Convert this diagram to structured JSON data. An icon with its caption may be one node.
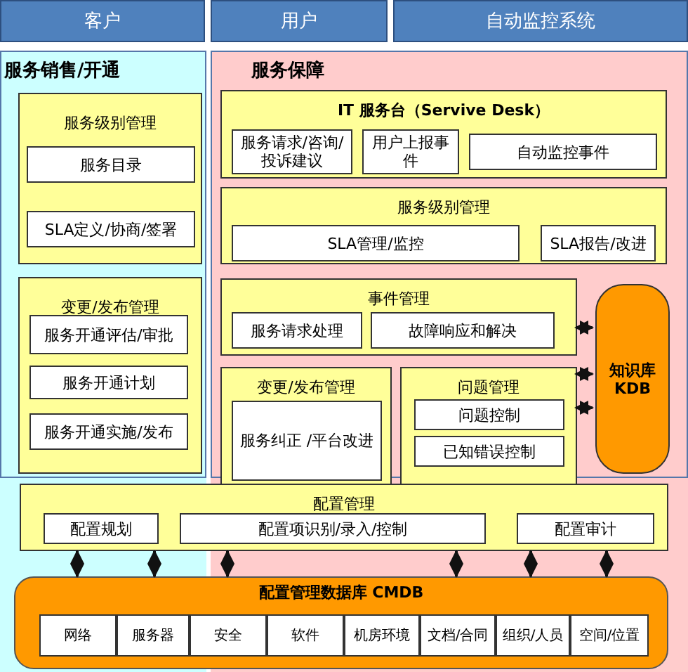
{
  "diagram": {
    "nodes": [
      {
        "text": [
          "客户"
        ]
      },
      {
        "text": [
          "用户"
        ]
      },
      {
        "text": [
          "自动监控系统"
        ]
      },
      {
        "text": [
          "服务销售/开通"
        ]
      },
      {
        "text": [
          "服务级别管理"
        ],
        "in": 3
      },
      {
        "text": [
          "服务目录"
        ],
        "in": 4
      },
      {
        "text": [
          "SLA定义/协商/签署"
        ],
        "in": 4
      },
      {
        "text": [
          "变更/发布管理"
        ],
        "in": 3
      },
      {
        "text": [
          "服务开通评估/审批"
        ],
        "in": 7
      },
      {
        "text": [
          "服务开通计划"
        ],
        "in": 7
      },
      {
        "text": [
          "服务开通实施/发布"
        ],
        "in": 7
      },
      {
        "text": [
          "服务保障"
        ]
      },
      {
        "text": [
          "IT 服务台（Servive Desk）"
        ],
        "in": 11
      },
      {
        "text": [
          "服务请求/咨询/投诉建议"
        ],
        "in": 12
      },
      {
        "text": [
          "用户上报事件"
        ],
        "in": 12
      },
      {
        "text": [
          "自动监控事件"
        ],
        "in": 12
      },
      {
        "text": [
          "服务级别管理"
        ],
        "in": 11
      },
      {
        "text": [
          "SLA管理/监控"
        ],
        "in": 16
      },
      {
        "text": [
          "SLA报告/改进"
        ],
        "in": 16
      },
      {
        "text": [
          "事件管理"
        ],
        "in": 11
      },
      {
        "text": [
          "服务请求处理"
        ],
        "in": 19
      },
      {
        "text": [
          "故障响应和解决"
        ],
        "in": 19
      },
      {
        "text": [
          "变更/发布管理"
        ],
        "in": 11
      },
      {
        "text": [
          "服务纠正 /平台改进"
        ],
        "in": 22
      },
      {
        "text": [
          "问题管理"
        ],
        "in": 11
      },
      {
        "text": [
          "问题控制"
        ],
        "in": 24
      },
      {
        "text": [
          "已知错误控制"
        ],
        "in": 24
      },
      {
        "text": [
          "知识库 KDB"
        ],
        "in": 11
      },
      {
        "text": [
          "配置管理"
        ]
      },
      {
        "text": [
          "配置规划"
        ],
        "in": 28
      },
      {
        "text": [
          "配置项识别/录入/控制"
        ],
        "in": 28
      },
      {
        "text": [
          "配置审计"
        ],
        "in": 28
      },
      {
        "text": [
          "配置管理数据库 CMDB"
        ]
      },
      {
        "text": [
          "网络"
        ],
        "in": 32
      },
      {
        "text": [
          "服务器"
        ],
        "in": 32
      },
      {
        "text": [
          "安全"
        ],
        "in": 32
      },
      {
        "text": [
          "软件"
        ],
        "in": 32
      },
      {
        "text": [
          "机房环境"
        ],
        "in": 32
      },
      {
        "text": [
          "文档/合同"
        ],
        "in": 32
      },
      {
        "text": [
          "组织/人员"
        ],
        "in": 32
      },
      {
        "text": [
          "空间/位置"
        ],
        "in": 32
      }
    ],
    "edges": [
      {
        "from": 19,
        "to": 27,
        "arrow": "both"
      },
      {
        "from": 24,
        "to": 27,
        "arrow": "both"
      },
      {
        "from": 24,
        "to": 27,
        "arrow": "both"
      },
      {
        "from": 28,
        "to": 32,
        "arrow": "both"
      },
      {
        "from": 28,
        "to": 32,
        "arrow": "both"
      },
      {
        "from": 28,
        "to": 32,
        "arrow": "both"
      },
      {
        "from": 28,
        "to": 32,
        "arrow": "both"
      },
      {
        "from": 28,
        "to": 32,
        "arrow": "both"
      },
      {
        "from": 28,
        "to": 32,
        "arrow": "both"
      }
    ]
  }
}
